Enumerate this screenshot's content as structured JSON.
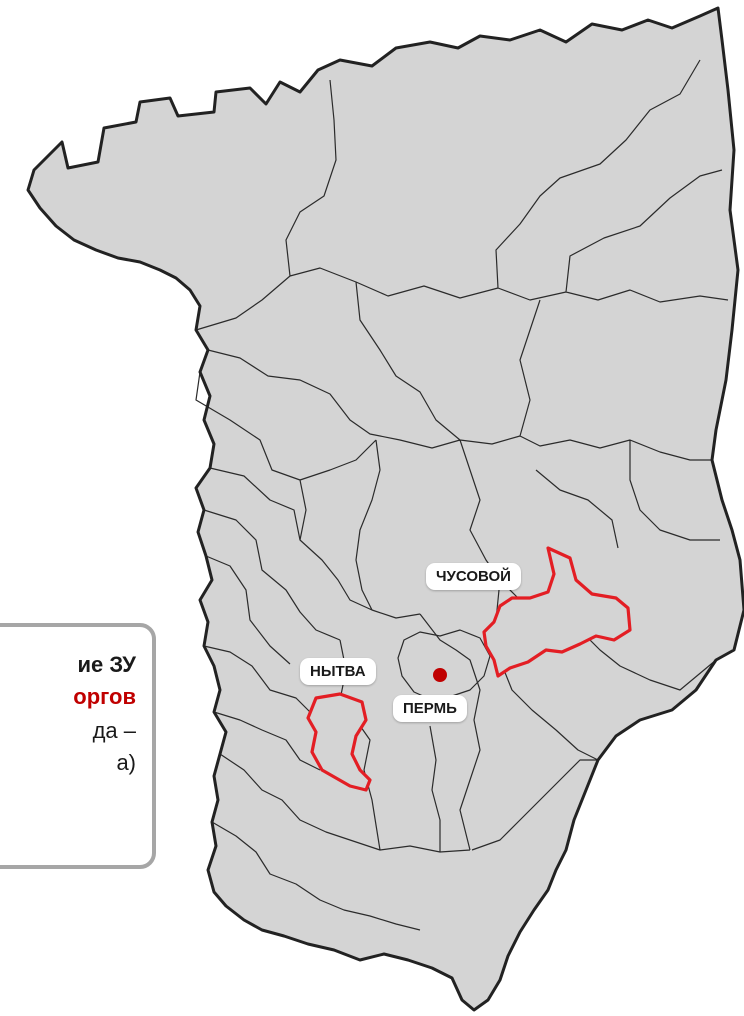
{
  "map": {
    "colors": {
      "district_fill": "#d4d4d4",
      "district_border": "#2b2b2b",
      "highlight_border": "#e31e24",
      "city_dot": "#c00000",
      "accent_text": "#c00000"
    },
    "labels": {
      "chusovoy": "ЧУСОВОЙ",
      "nytva": "НЫТВА",
      "perm": "ПЕРМЬ"
    }
  },
  "info_box": {
    "line1": "ие ЗУ",
    "line2": "оргов",
    "line3": "да –",
    "line4": "а)"
  }
}
